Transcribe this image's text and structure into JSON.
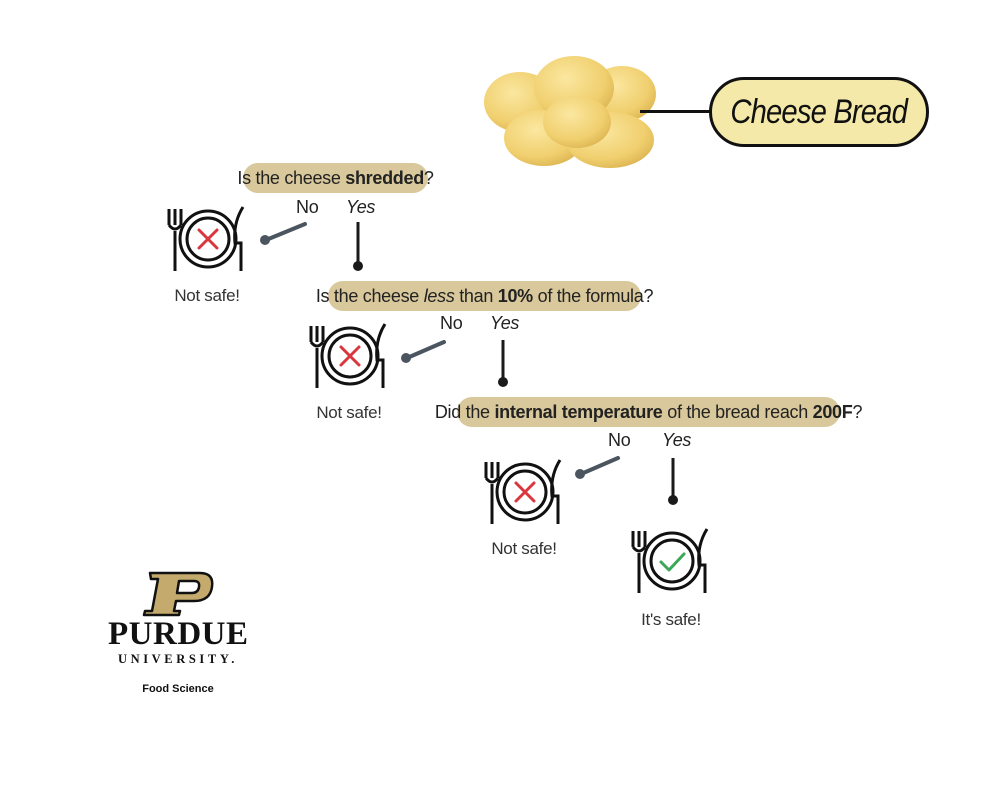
{
  "title": "Cheese Bread",
  "questions": [
    {
      "pre": "Is the cheese ",
      "bold": "shredded",
      "post": "?"
    },
    {
      "pre": "Is the cheese ",
      "italic": "less",
      "mid": " than ",
      "bold": "10%",
      "post": " of the formula?"
    },
    {
      "pre": "Did the ",
      "bold": "internal temperature",
      "mid": " of the bread reach ",
      "bold2": "200F",
      "post": "?"
    }
  ],
  "answers": {
    "no": "No",
    "yes": "Yes"
  },
  "outcomes": {
    "not_safe": "Not safe!",
    "safe": "It's safe!"
  },
  "logo": {
    "name": "PURDUE",
    "subtitle": "UNIVERSITY.",
    "department": "Food Science"
  },
  "colors": {
    "pill": "#d9c89b",
    "title_pill": "#f4e9a8",
    "cross": "#d9363e",
    "check": "#3aa857",
    "connector": "#4a5560",
    "gold": "#c4aa6c"
  },
  "icons": [
    "cheese-bread-icon",
    "plate-cross-icon",
    "plate-check-icon",
    "purdue-p-icon"
  ]
}
